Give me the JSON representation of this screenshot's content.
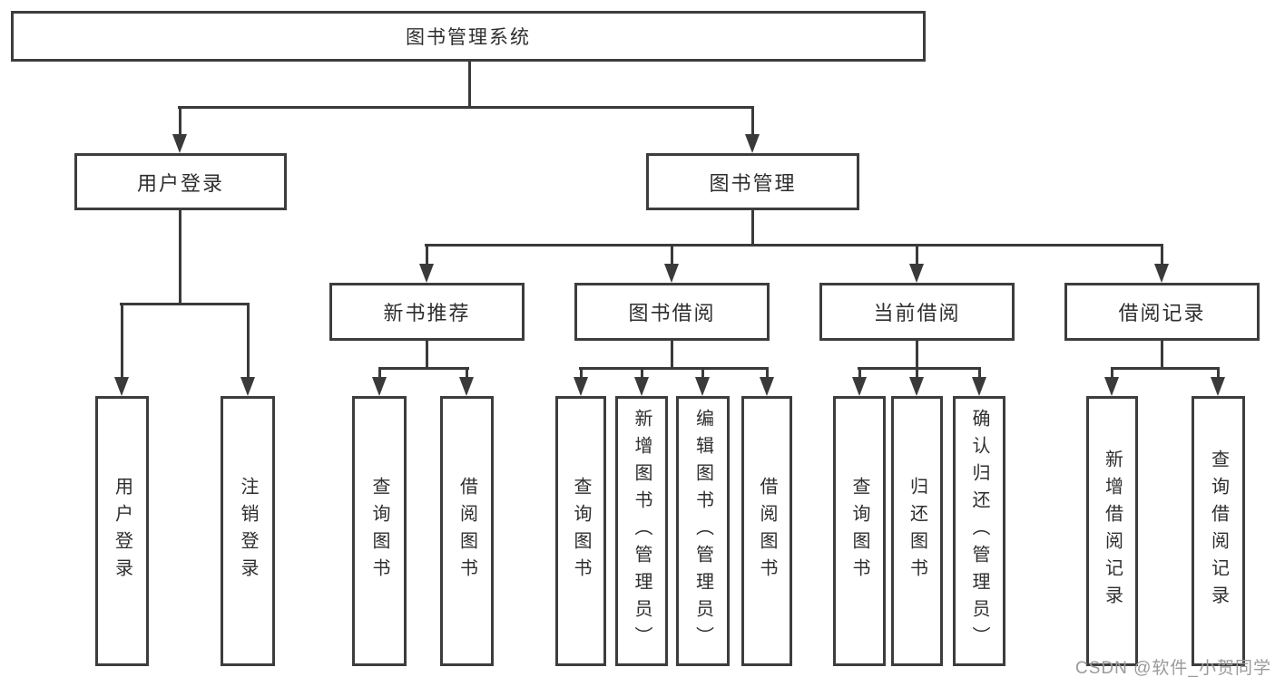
{
  "root": {
    "label": "图书管理系统"
  },
  "branches": {
    "user_login": {
      "label": "用户登录",
      "children": {
        "login": {
          "label": "用户登录"
        },
        "logout": {
          "label": "注销登录"
        }
      }
    },
    "book_mgmt": {
      "label": "图书管理",
      "children": {
        "new_book": {
          "label": "新书推荐",
          "children": {
            "query": {
              "label": "查询图书"
            },
            "borrow": {
              "label": "借阅图书"
            }
          }
        },
        "borrowing": {
          "label": "图书借阅",
          "children": {
            "query": {
              "label": "查询图书"
            },
            "add": {
              "label": "新增图书（管理员）"
            },
            "edit": {
              "label": "编辑图书（管理员）"
            },
            "borrow": {
              "label": "借阅图书"
            }
          }
        },
        "current": {
          "label": "当前借阅",
          "children": {
            "query": {
              "label": "查询图书"
            },
            "return": {
              "label": "归还图书"
            },
            "confirm": {
              "label": "确认归还（管理员）"
            }
          }
        },
        "records": {
          "label": "借阅记录",
          "children": {
            "add": {
              "label": "新增借阅记录"
            },
            "query": {
              "label": "查询借阅记录"
            }
          }
        }
      }
    }
  },
  "colors": {
    "line": "#3a3a3a",
    "border": "#3d3d3d",
    "text": "#2e2e2e",
    "watermark": "#9a9a9a"
  },
  "watermark": {
    "text": "CSDN @软件_小贺同学"
  }
}
